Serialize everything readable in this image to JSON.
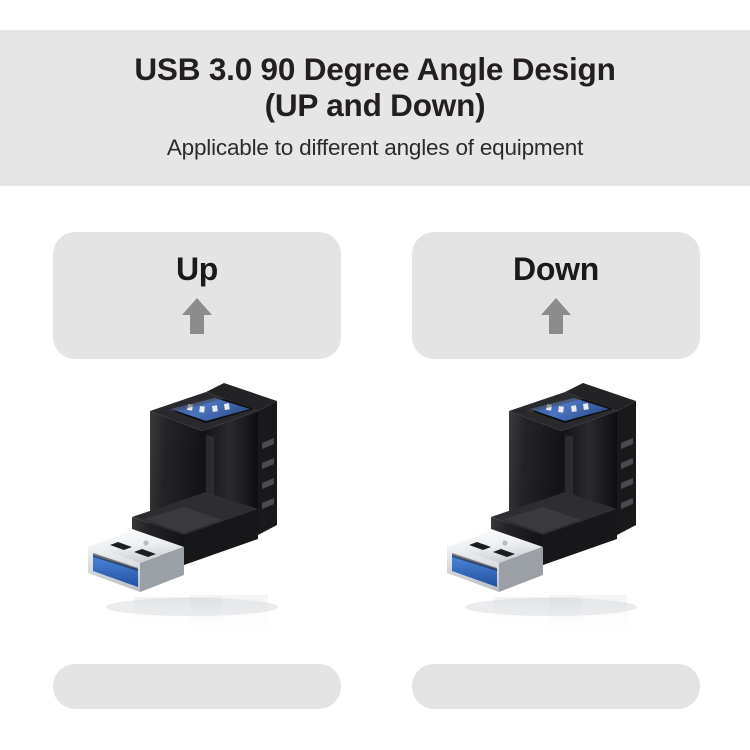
{
  "header": {
    "title_line1": "USB 3.0 90 Degree Angle Design",
    "title_line2": "(UP and Down)",
    "subtitle": "Applicable to different angles of equipment",
    "background_color": "#e6e6e6",
    "title_color": "#231f20"
  },
  "cards": [
    {
      "id": "up",
      "label": "Up",
      "arrow_icon": "arrow-up-icon",
      "arrow_color": "#8c8c8c",
      "panel_color": "#e4e4e4",
      "product": {
        "name": "usb-3-0-right-angle-adapter",
        "body_color": "#1c1c1c",
        "connector_shell_color": "#e9eaec",
        "connector_insert_color": "#2f6fd0",
        "port_insert_color": "#3f6fc4",
        "grip_ridges": 4
      }
    },
    {
      "id": "down",
      "label": "Down",
      "arrow_icon": "arrow-up-icon",
      "arrow_color": "#8c8c8c",
      "panel_color": "#e4e4e4",
      "product": {
        "name": "usb-3-0-right-angle-adapter",
        "body_color": "#1c1c1c",
        "connector_shell_color": "#e9eaec",
        "connector_insert_color": "#2f6fd0",
        "port_insert_color": "#3f6fc4",
        "grip_ridges": 4
      }
    }
  ],
  "page": {
    "background_color": "#ffffff"
  }
}
